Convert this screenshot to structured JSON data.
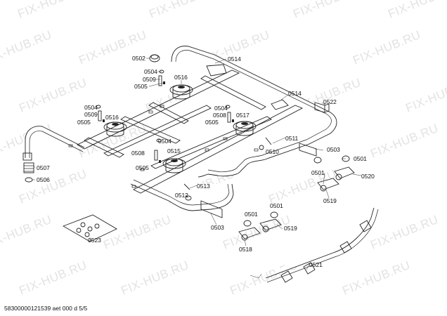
{
  "watermark": "FIX-HUB.RU",
  "footer_text": "58300000121539 aet 000 d 5/5",
  "part_labels": {
    "p0502": "0502",
    "p0514_top": "0514",
    "p0504_a": "0504",
    "p0509_a": "0509",
    "p0505_a": "0505",
    "p0516_a": "0516",
    "p0504_b": "0504",
    "p0509_b": "0509",
    "p0505_b": "0505",
    "p0516_b": "0516",
    "p0514_right": "0514",
    "p0522": "0522",
    "p0504_c": "0504",
    "p0508_a": "0508",
    "p0505_c": "0505",
    "p0517": "0517",
    "p0504_d": "0504",
    "p0511": "0511",
    "p0508_b": "0508",
    "p0505_d": "0505",
    "p0515": "0515",
    "p0510": "0510",
    "p0503_a": "0503",
    "p0501_a": "0501",
    "p0507": "0507",
    "p0506": "0506",
    "p0501_b": "0501",
    "p0520": "0520",
    "p0513": "0513",
    "p0512": "0512",
    "p0519_a": "0519",
    "p0501_c": "0501",
    "p0501_d": "0501",
    "p0503_b": "0503",
    "p0519_b": "0519",
    "p0523": "0523",
    "p0518": "0518",
    "p0521": "0521"
  }
}
